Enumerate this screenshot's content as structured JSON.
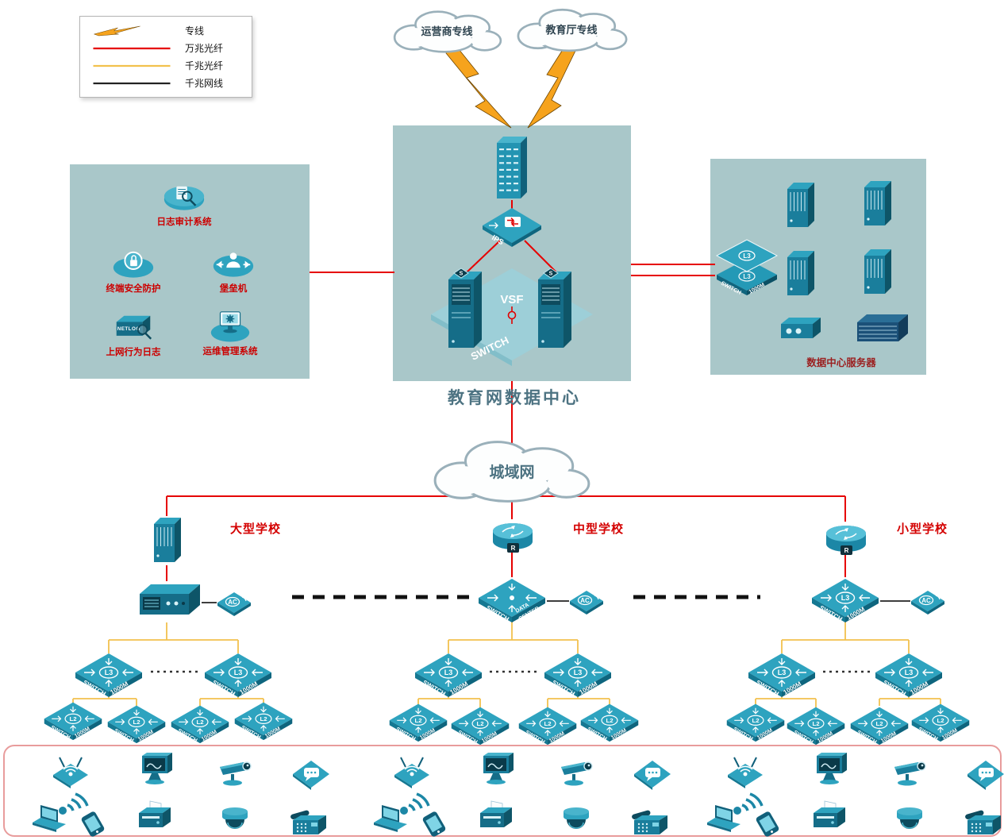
{
  "legend": {
    "items": [
      {
        "label": "专线",
        "type": "lightning"
      },
      {
        "label": "万兆光纤",
        "type": "line-red",
        "color": "#e60000"
      },
      {
        "label": "千兆光纤",
        "type": "line-yellow",
        "color": "#f2c14e"
      },
      {
        "label": "千兆网线",
        "type": "line-black",
        "color": "#222222"
      }
    ]
  },
  "clouds": {
    "isp": {
      "label": "运营商专线"
    },
    "edu": {
      "label": "教育厅专线"
    },
    "man": {
      "label": "城域网"
    }
  },
  "datacenter": {
    "title": "教育网数据中心",
    "vsf": "VSF",
    "switch_text": "SWITCH",
    "ips": "IPS"
  },
  "security": {
    "items": [
      {
        "label": "日志审计系统"
      },
      {
        "label": "终端安全防护"
      },
      {
        "label": "堡垒机"
      },
      {
        "label": "上网行为日志"
      },
      {
        "label": "运维管理系统"
      }
    ],
    "netlog_badge": "NETLOG"
  },
  "servers_box": {
    "label": "数据中心服务器"
  },
  "schools": [
    {
      "name": "大型学校"
    },
    {
      "name": "中型学校"
    },
    {
      "name": "小型学校"
    }
  ],
  "labels": {
    "switch": "SWITCH",
    "speed": "1000M",
    "l3": "L3",
    "l2": "L2",
    "ac": "AC",
    "router_badge": "R",
    "dc_top": "DATA",
    "dc_bottom": "CENTER",
    "tower_badge": "S"
  },
  "colors": {
    "line_red": "#e60000",
    "line_yellow": "#f2c14e",
    "line_black": "#222222",
    "zone_bg": "#a9c7c9",
    "accent_teal": "#2ea3bf",
    "label_red": "#d40000"
  },
  "edges": [
    [
      "r",
      390,
      343,
      497,
      343
    ],
    [
      "r",
      795,
      333,
      901,
      333
    ],
    [
      "r",
      795,
      347,
      901,
      347
    ],
    [
      "r",
      645,
      252,
      645,
      263
    ],
    [
      "r",
      630,
      303,
      588,
      343
    ],
    [
      "r",
      661,
      303,
      701,
      343
    ],
    [
      "r",
      645,
      480,
      645,
      560
    ],
    [
      "r",
      210,
      625,
      1065,
      625
    ],
    [
      "r",
      210,
      625,
      210,
      650
    ],
    [
      "r",
      645,
      612,
      645,
      654
    ],
    [
      "r",
      1065,
      625,
      1065,
      657
    ],
    [
      "r",
      210,
      712,
      210,
      732
    ],
    [
      "r",
      645,
      696,
      645,
      727
    ],
    [
      "r",
      1065,
      699,
      1065,
      727
    ],
    [
      "y",
      210,
      784,
      210,
      806
    ],
    [
      "y",
      137,
      806,
      300,
      806
    ],
    [
      "y",
      137,
      806,
      137,
      823
    ],
    [
      "y",
      300,
      806,
      300,
      823
    ],
    [
      "y",
      137,
      874,
      137,
      880
    ],
    [
      "y",
      92,
      880,
      172,
      880
    ],
    [
      "y",
      92,
      880,
      92,
      887
    ],
    [
      "y",
      172,
      880,
      172,
      891
    ],
    [
      "y",
      300,
      874,
      300,
      880
    ],
    [
      "y",
      252,
      880,
      332,
      880
    ],
    [
      "y",
      252,
      880,
      252,
      891
    ],
    [
      "y",
      332,
      880,
      332,
      887
    ],
    [
      "y",
      645,
      782,
      645,
      806
    ],
    [
      "y",
      565,
      806,
      728,
      806
    ],
    [
      "y",
      565,
      806,
      565,
      823
    ],
    [
      "y",
      728,
      806,
      728,
      823
    ],
    [
      "y",
      565,
      874,
      565,
      880
    ],
    [
      "y",
      527,
      880,
      605,
      880
    ],
    [
      "y",
      527,
      880,
      527,
      889
    ],
    [
      "y",
      605,
      880,
      605,
      893
    ],
    [
      "y",
      728,
      874,
      728,
      880
    ],
    [
      "y",
      690,
      880,
      768,
      880
    ],
    [
      "y",
      690,
      880,
      690,
      893
    ],
    [
      "y",
      768,
      880,
      768,
      889
    ],
    [
      "y",
      1065,
      782,
      1065,
      806
    ],
    [
      "y",
      985,
      806,
      1145,
      806
    ],
    [
      "y",
      985,
      806,
      985,
      823
    ],
    [
      "y",
      1145,
      806,
      1145,
      823
    ],
    [
      "y",
      985,
      874,
      985,
      880
    ],
    [
      "y",
      952,
      880,
      1028,
      880
    ],
    [
      "y",
      952,
      880,
      952,
      889
    ],
    [
      "y",
      1028,
      880,
      1028,
      893
    ],
    [
      "y",
      1145,
      874,
      1145,
      880
    ],
    [
      "y",
      1108,
      880,
      1185,
      880
    ],
    [
      "y",
      1108,
      880,
      1108,
      889
    ],
    [
      "y",
      1185,
      880,
      1185,
      893
    ],
    [
      "k",
      254,
      759,
      273,
      759
    ],
    [
      "k",
      689,
      757,
      717,
      757
    ],
    [
      "k",
      1109,
      757,
      1147,
      757
    ],
    [
      "d",
      368,
      752,
      592,
      752
    ],
    [
      "d",
      798,
      752,
      958,
      752
    ],
    [
      "o",
      190,
      846,
      252,
      846
    ],
    [
      "o",
      617,
      846,
      680,
      846
    ],
    [
      "o",
      1037,
      846,
      1099,
      846
    ]
  ],
  "bolts": [
    "570,52 603,93 588,98 644,161 599,134 611,127 562,67",
    "717,50 689,94 703,98 665,161 707,133 695,126 725,64"
  ]
}
